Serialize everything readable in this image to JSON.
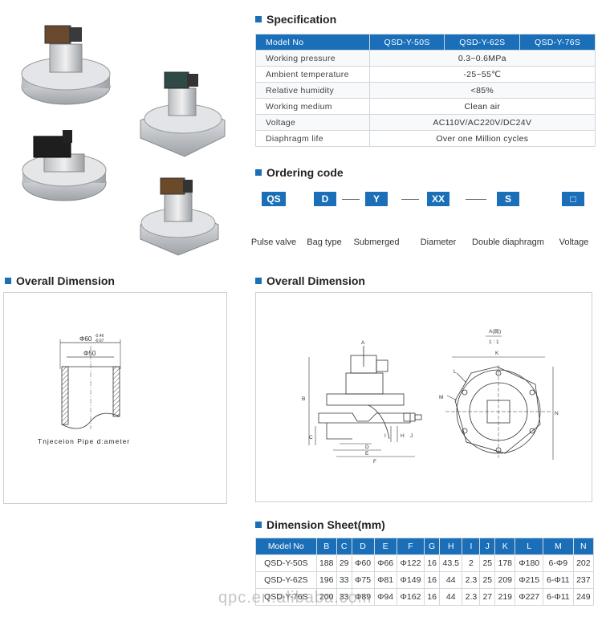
{
  "specification": {
    "title": "Specification",
    "header": [
      "Model No",
      "QSD-Y-50S",
      "QSD-Y-62S",
      "QSD-Y-76S"
    ],
    "rows": [
      {
        "label": "Working pressure",
        "value": "0.3~0.6MPa"
      },
      {
        "label": "Ambient temperature",
        "value": "-25~55℃"
      },
      {
        "label": "Relative humidity",
        "value": "<85%"
      },
      {
        "label": "Working medium",
        "value": "Clean air"
      },
      {
        "label": "Voltage",
        "value": "AC110V/AC220V/DC24V"
      },
      {
        "label": "Diaphragm life",
        "value": "Over one Million cycles"
      }
    ]
  },
  "ordering": {
    "title": "Ordering code",
    "codes": [
      "QS",
      "D",
      "Y",
      "XX",
      "S",
      "□"
    ],
    "labels": [
      "Pulse valve",
      "Bag type",
      "Submerged",
      "Diameter",
      "Double diaphragm",
      "Voltage"
    ]
  },
  "overall_left": {
    "title": "Overall Dimension",
    "dim_outer": "Φ60",
    "tol_upper": "-0.46",
    "tol_lower": "-0.67",
    "dim_inner": "Φ50",
    "caption": "Tnjeceion Pipe d:ameter"
  },
  "overall_right": {
    "title": "Overall Dimension",
    "view_label": "A(局)",
    "scale": "1 : 1",
    "letters": {
      "A": "A",
      "B": "B",
      "C": "C",
      "D": "D",
      "E": "E",
      "F": "F",
      "H": "H",
      "I": "I",
      "J": "J",
      "K": "K",
      "L": "L",
      "M": "M",
      "N": "N"
    }
  },
  "dimension_sheet": {
    "title": "Dimension Sheet(mm)",
    "header": [
      "Model No",
      "B",
      "C",
      "D",
      "E",
      "F",
      "G",
      "H",
      "I",
      "J",
      "K",
      "L",
      "M",
      "N"
    ],
    "rows": [
      [
        "QSD-Y-50S",
        "188",
        "29",
        "Φ60",
        "Φ66",
        "Φ122",
        "16",
        "43.5",
        "2",
        "25",
        "178",
        "Φ180",
        "6-Φ9",
        "202"
      ],
      [
        "QSD-Y-62S",
        "196",
        "33",
        "Φ75",
        "Φ81",
        "Φ149",
        "16",
        "44",
        "2.3",
        "25",
        "209",
        "Φ215",
        "6-Φ11",
        "237"
      ],
      [
        "QSD-Y-76S",
        "200",
        "33",
        "Φ89",
        "Φ94",
        "Φ162",
        "16",
        "44",
        "2.3",
        "27",
        "219",
        "Φ227",
        "6-Φ11",
        "249"
      ]
    ]
  },
  "watermark": "qpc.en.alibaba.com",
  "colors": {
    "accent": "#1a6fb8"
  }
}
